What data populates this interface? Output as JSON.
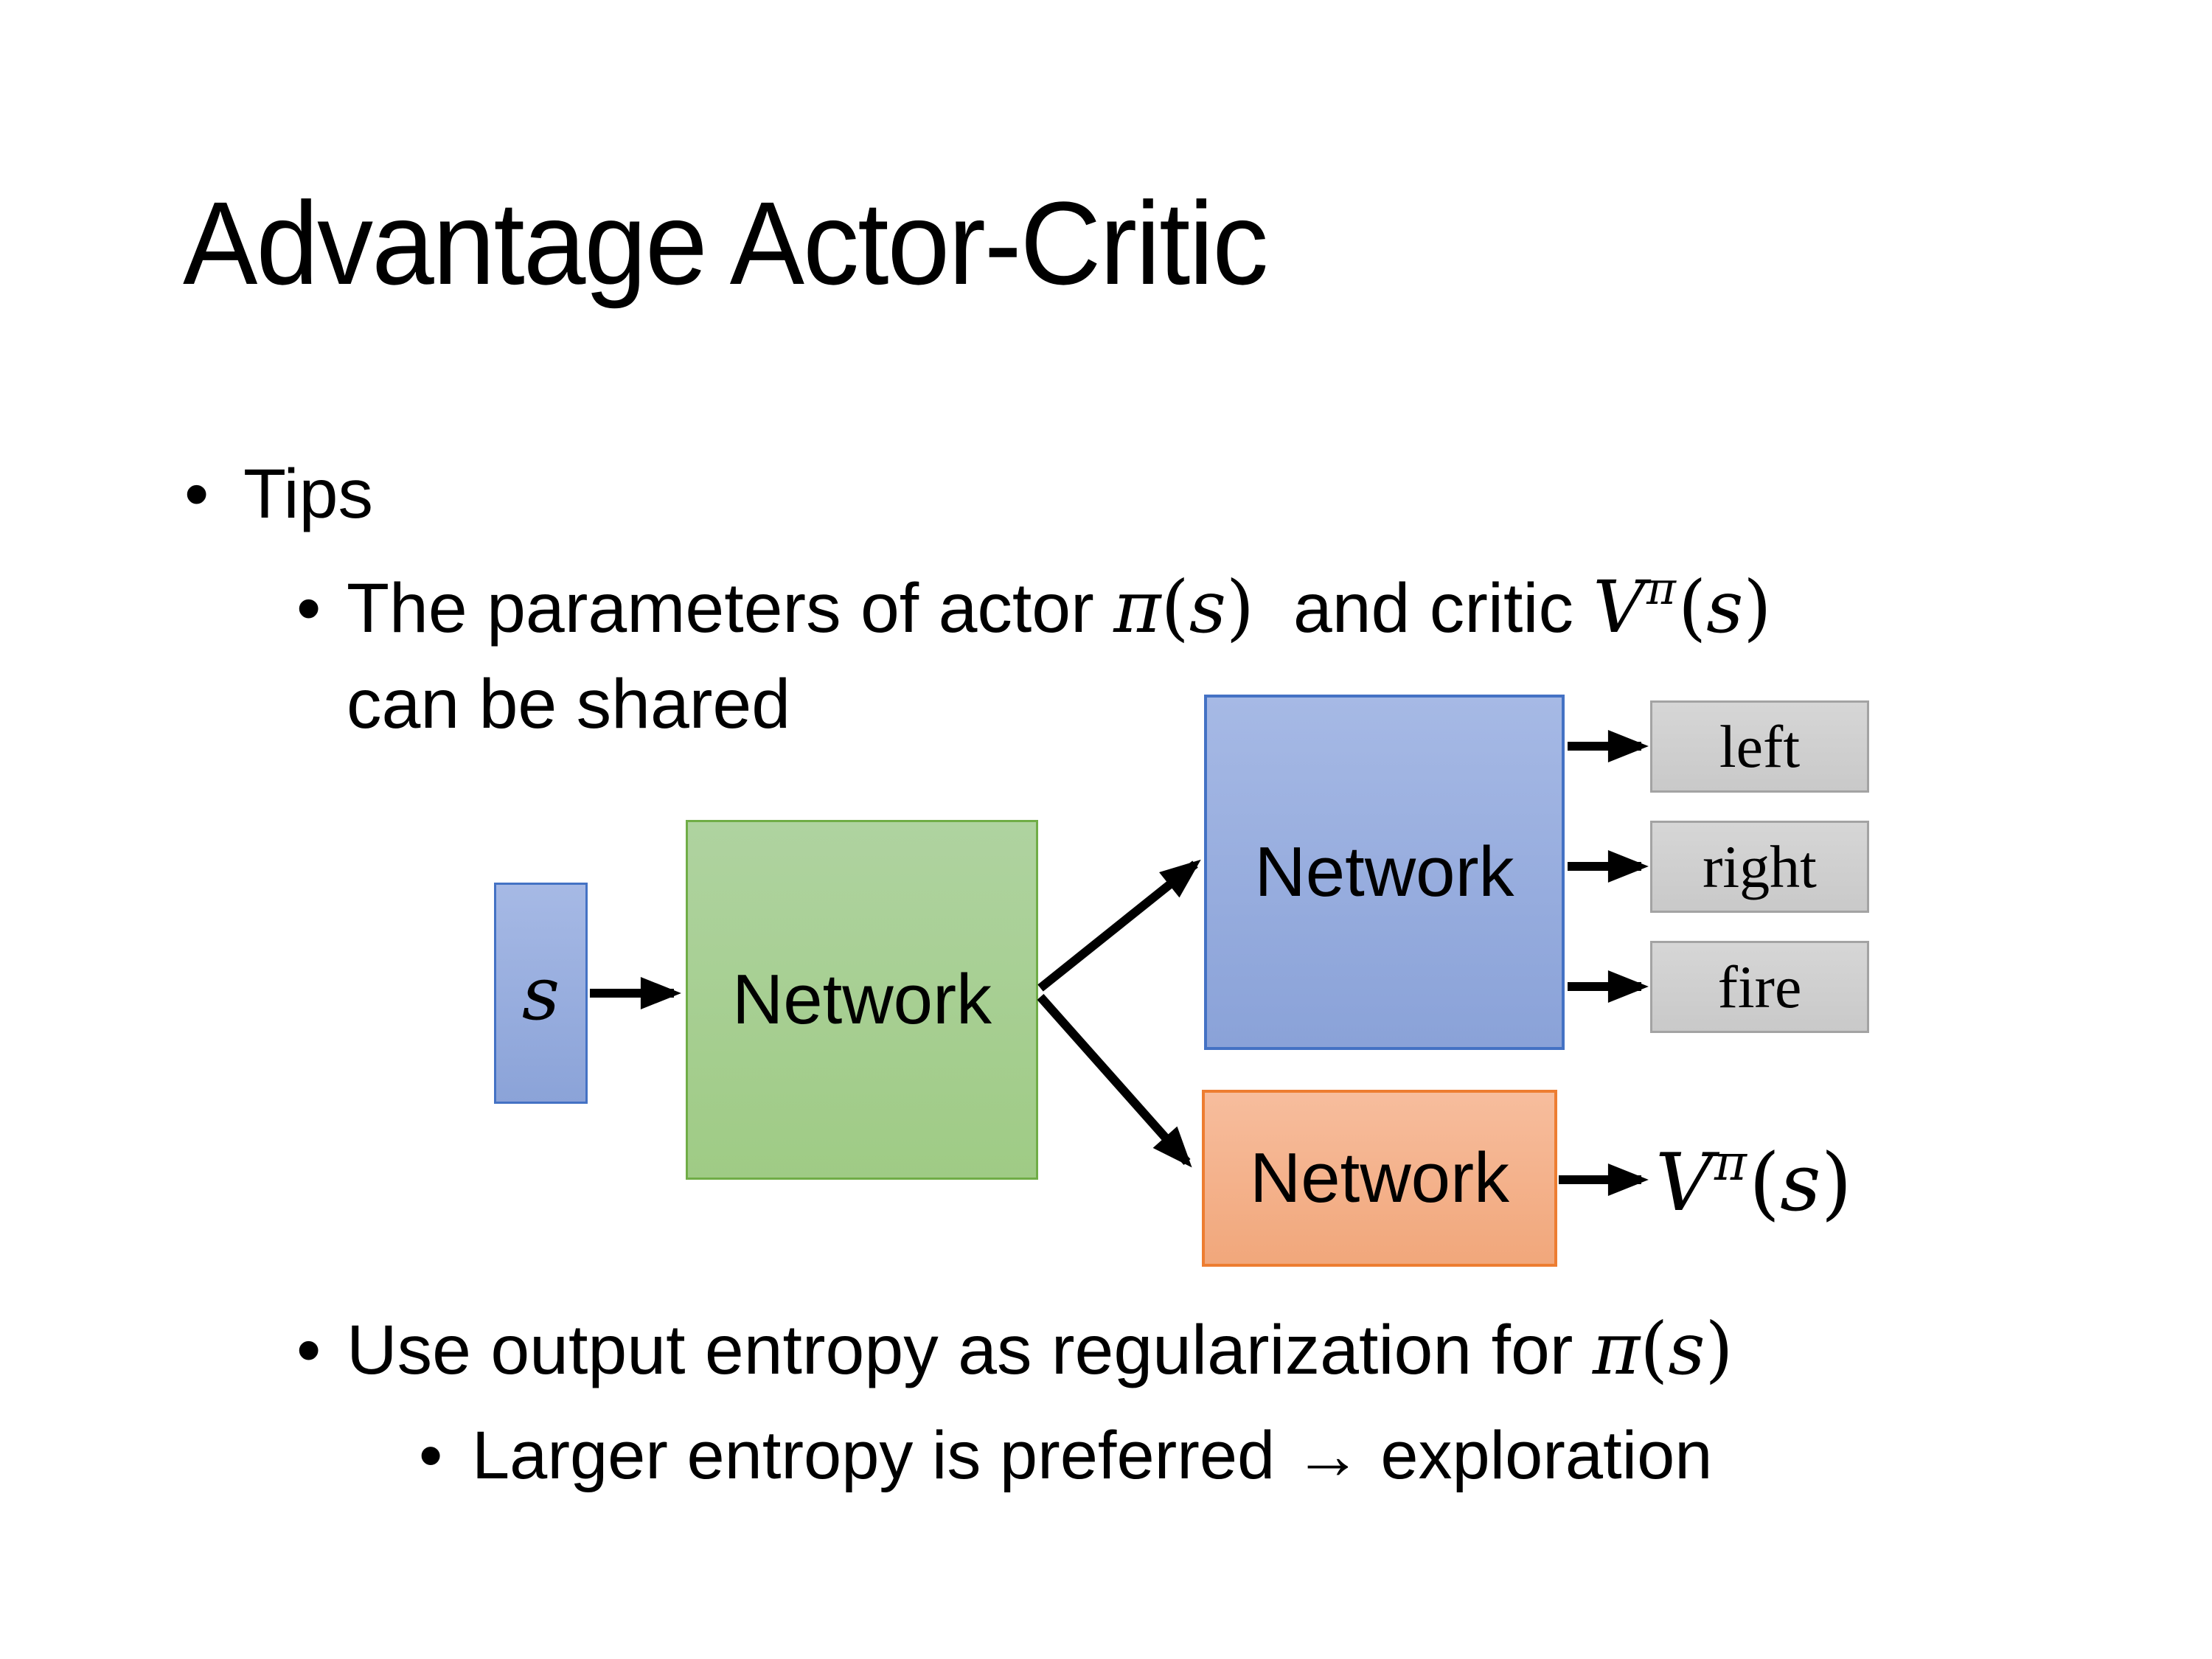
{
  "slide": {
    "title": "Advantage Actor-Critic",
    "bullet_char": "•",
    "level1": {
      "label": "Tips"
    },
    "level2_item1": {
      "pre": "The parameters of actor ",
      "mid": "  and critic ",
      "line2": "can be shared"
    },
    "level2_item2": {
      "pre": "Use output entropy as regularization for "
    },
    "level3_item": {
      "text": "Larger entropy is preferred → exploration"
    }
  },
  "math": {
    "pi": "π",
    "V": "V",
    "s": "s",
    "open_paren": "(",
    "close_paren": ")"
  },
  "diagram": {
    "state_label": "s",
    "shared_network": {
      "label": "Network"
    },
    "actor_network": {
      "label": "Network"
    },
    "critic_network": {
      "label": "Network"
    },
    "action_labels": [
      "left",
      "right",
      "fire"
    ],
    "colors": {
      "state_fill_top": "#A6B9E5",
      "state_fill_bottom": "#8BA3D8",
      "state_border": "#4472C4",
      "shared_fill_top": "#AFD3A0",
      "shared_fill_bottom": "#9FCB85",
      "shared_border": "#70AD47",
      "actor_fill_top": "#A6B9E5",
      "actor_fill_bottom": "#8AA2D8",
      "actor_border": "#4472C4",
      "critic_fill_top": "#F7BD9D",
      "critic_fill_bottom": "#F1A77B",
      "critic_border": "#ED7D31",
      "action_fill_top": "#D6D6D6",
      "action_fill_bottom": "#C9C9C9",
      "action_border": "#A3A3A3",
      "arrow": "#000000"
    }
  }
}
